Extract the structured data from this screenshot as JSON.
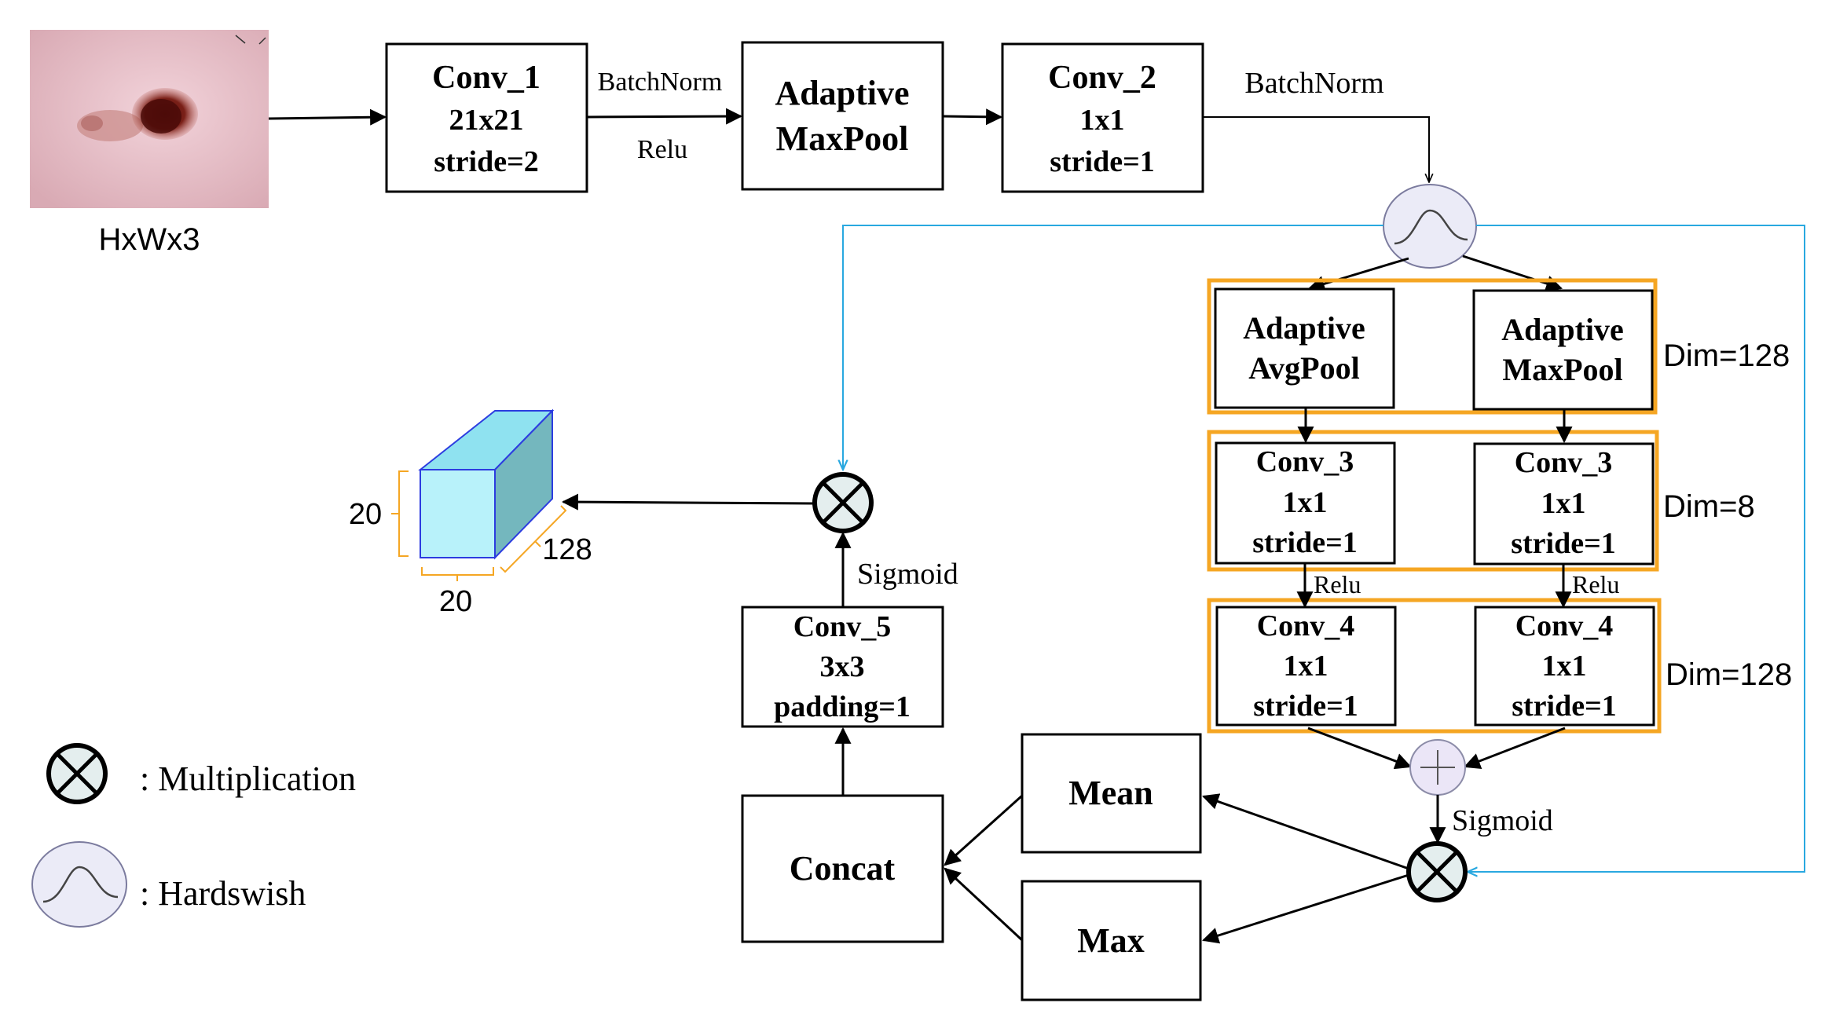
{
  "input": {
    "shape_label": "HxWx3"
  },
  "blocks": {
    "conv1": {
      "l1": "Conv_1",
      "l2": "21x21",
      "l3": "stride=2"
    },
    "maxpool1": {
      "l1": "Adaptive",
      "l2": "MaxPool"
    },
    "conv2": {
      "l1": "Conv_2",
      "l2": "1x1",
      "l3": "stride=1"
    },
    "avgpool": {
      "l1": "Adaptive",
      "l2": "AvgPool"
    },
    "maxpool2": {
      "l1": "Adaptive",
      "l2": "MaxPool"
    },
    "conv3_left": {
      "l1": "Conv_3",
      "l2": "1x1",
      "l3": "stride=1"
    },
    "conv3_right": {
      "l1": "Conv_3",
      "l2": "1x1",
      "l3": "stride=1"
    },
    "conv4_left": {
      "l1": "Conv_4",
      "l2": "1x1",
      "l3": "stride=1"
    },
    "conv4_right": {
      "l1": "Conv_4",
      "l2": "1x1",
      "l3": "stride=1"
    },
    "conv5": {
      "l1": "Conv_5",
      "l2": "3x3",
      "l3": "padding=1"
    },
    "mean": {
      "l1": "Mean"
    },
    "max": {
      "l1": "Max"
    },
    "concat": {
      "l1": "Concat"
    }
  },
  "edge_labels": {
    "batchnorm_1": "BatchNorm",
    "relu_1": "Relu",
    "batchnorm_2": "BatchNorm",
    "relu_left": "Relu",
    "relu_right": "Relu",
    "sigmoid_channel": "Sigmoid",
    "sigmoid_spatial": "Sigmoid"
  },
  "dims": {
    "group1": "Dim=128",
    "group2": "Dim=8",
    "group3": "Dim=128"
  },
  "output": {
    "height": "20",
    "width": "20",
    "depth": "128"
  },
  "legend": {
    "multiplication": ": Multiplication",
    "hardswish": ": Hardswish"
  },
  "colors": {
    "group_border": "#f5a623",
    "skip_line": "#29a8e0",
    "cube_front": "#b8f2fa",
    "cube_top": "#8fe2f0",
    "cube_side": "#74b7be",
    "cube_edge": "#2c3ce0",
    "op_fill": "#e4eeee",
    "hardswish_fill": "#ebebf7",
    "add_fill": "#ebe6f7"
  }
}
